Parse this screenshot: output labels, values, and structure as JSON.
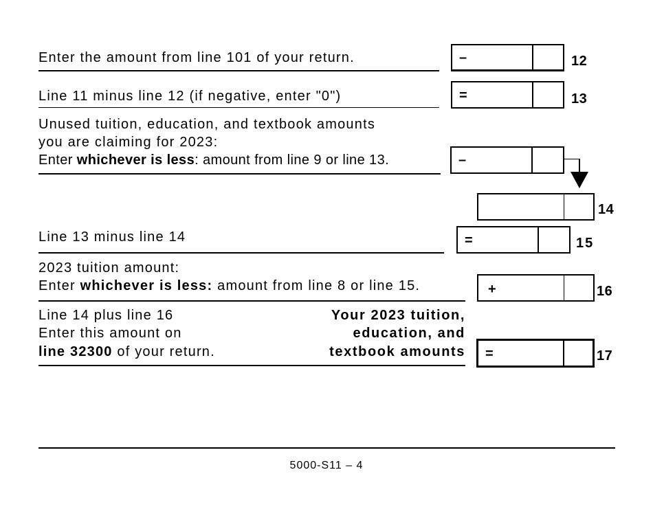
{
  "rows": [
    {
      "line": "12",
      "operator": "–",
      "text": "Enter the amount from line 101 of your return."
    },
    {
      "line": "13",
      "operator": "=",
      "text": "Line 11 minus line 12 (if negative, enter \"0\")"
    },
    {
      "line": "",
      "operator": "–",
      "text_lines": [
        "Unused tuition, education, and textbook amounts",
        "you are claiming for 2023:"
      ],
      "text_prefix": "Enter ",
      "text_bold": "whichever is less",
      "text_suffix": ": amount from line 9 or line 13."
    },
    {
      "line": "14",
      "operator": ""
    },
    {
      "line": "15",
      "operator": "=",
      "text": "Line 13 minus line 14"
    },
    {
      "line": "16",
      "operator": "+",
      "text_line1": "2023 tuition amount:",
      "text_prefix": "Enter ",
      "text_bold": "whichever is less:",
      "text_suffix": " amount from line 8 or line 15."
    },
    {
      "line": "17",
      "operator": "=",
      "text_line1": "Line 14 plus line 16",
      "text_line2": "Enter this amount on",
      "text_bold": "line 32300",
      "text_suffix": " of your return.",
      "result_label": [
        "Your 2023 tuition,",
        "education, and",
        "textbook amounts"
      ]
    }
  ],
  "footer": {
    "page_label": "5000-S11 – 4"
  }
}
